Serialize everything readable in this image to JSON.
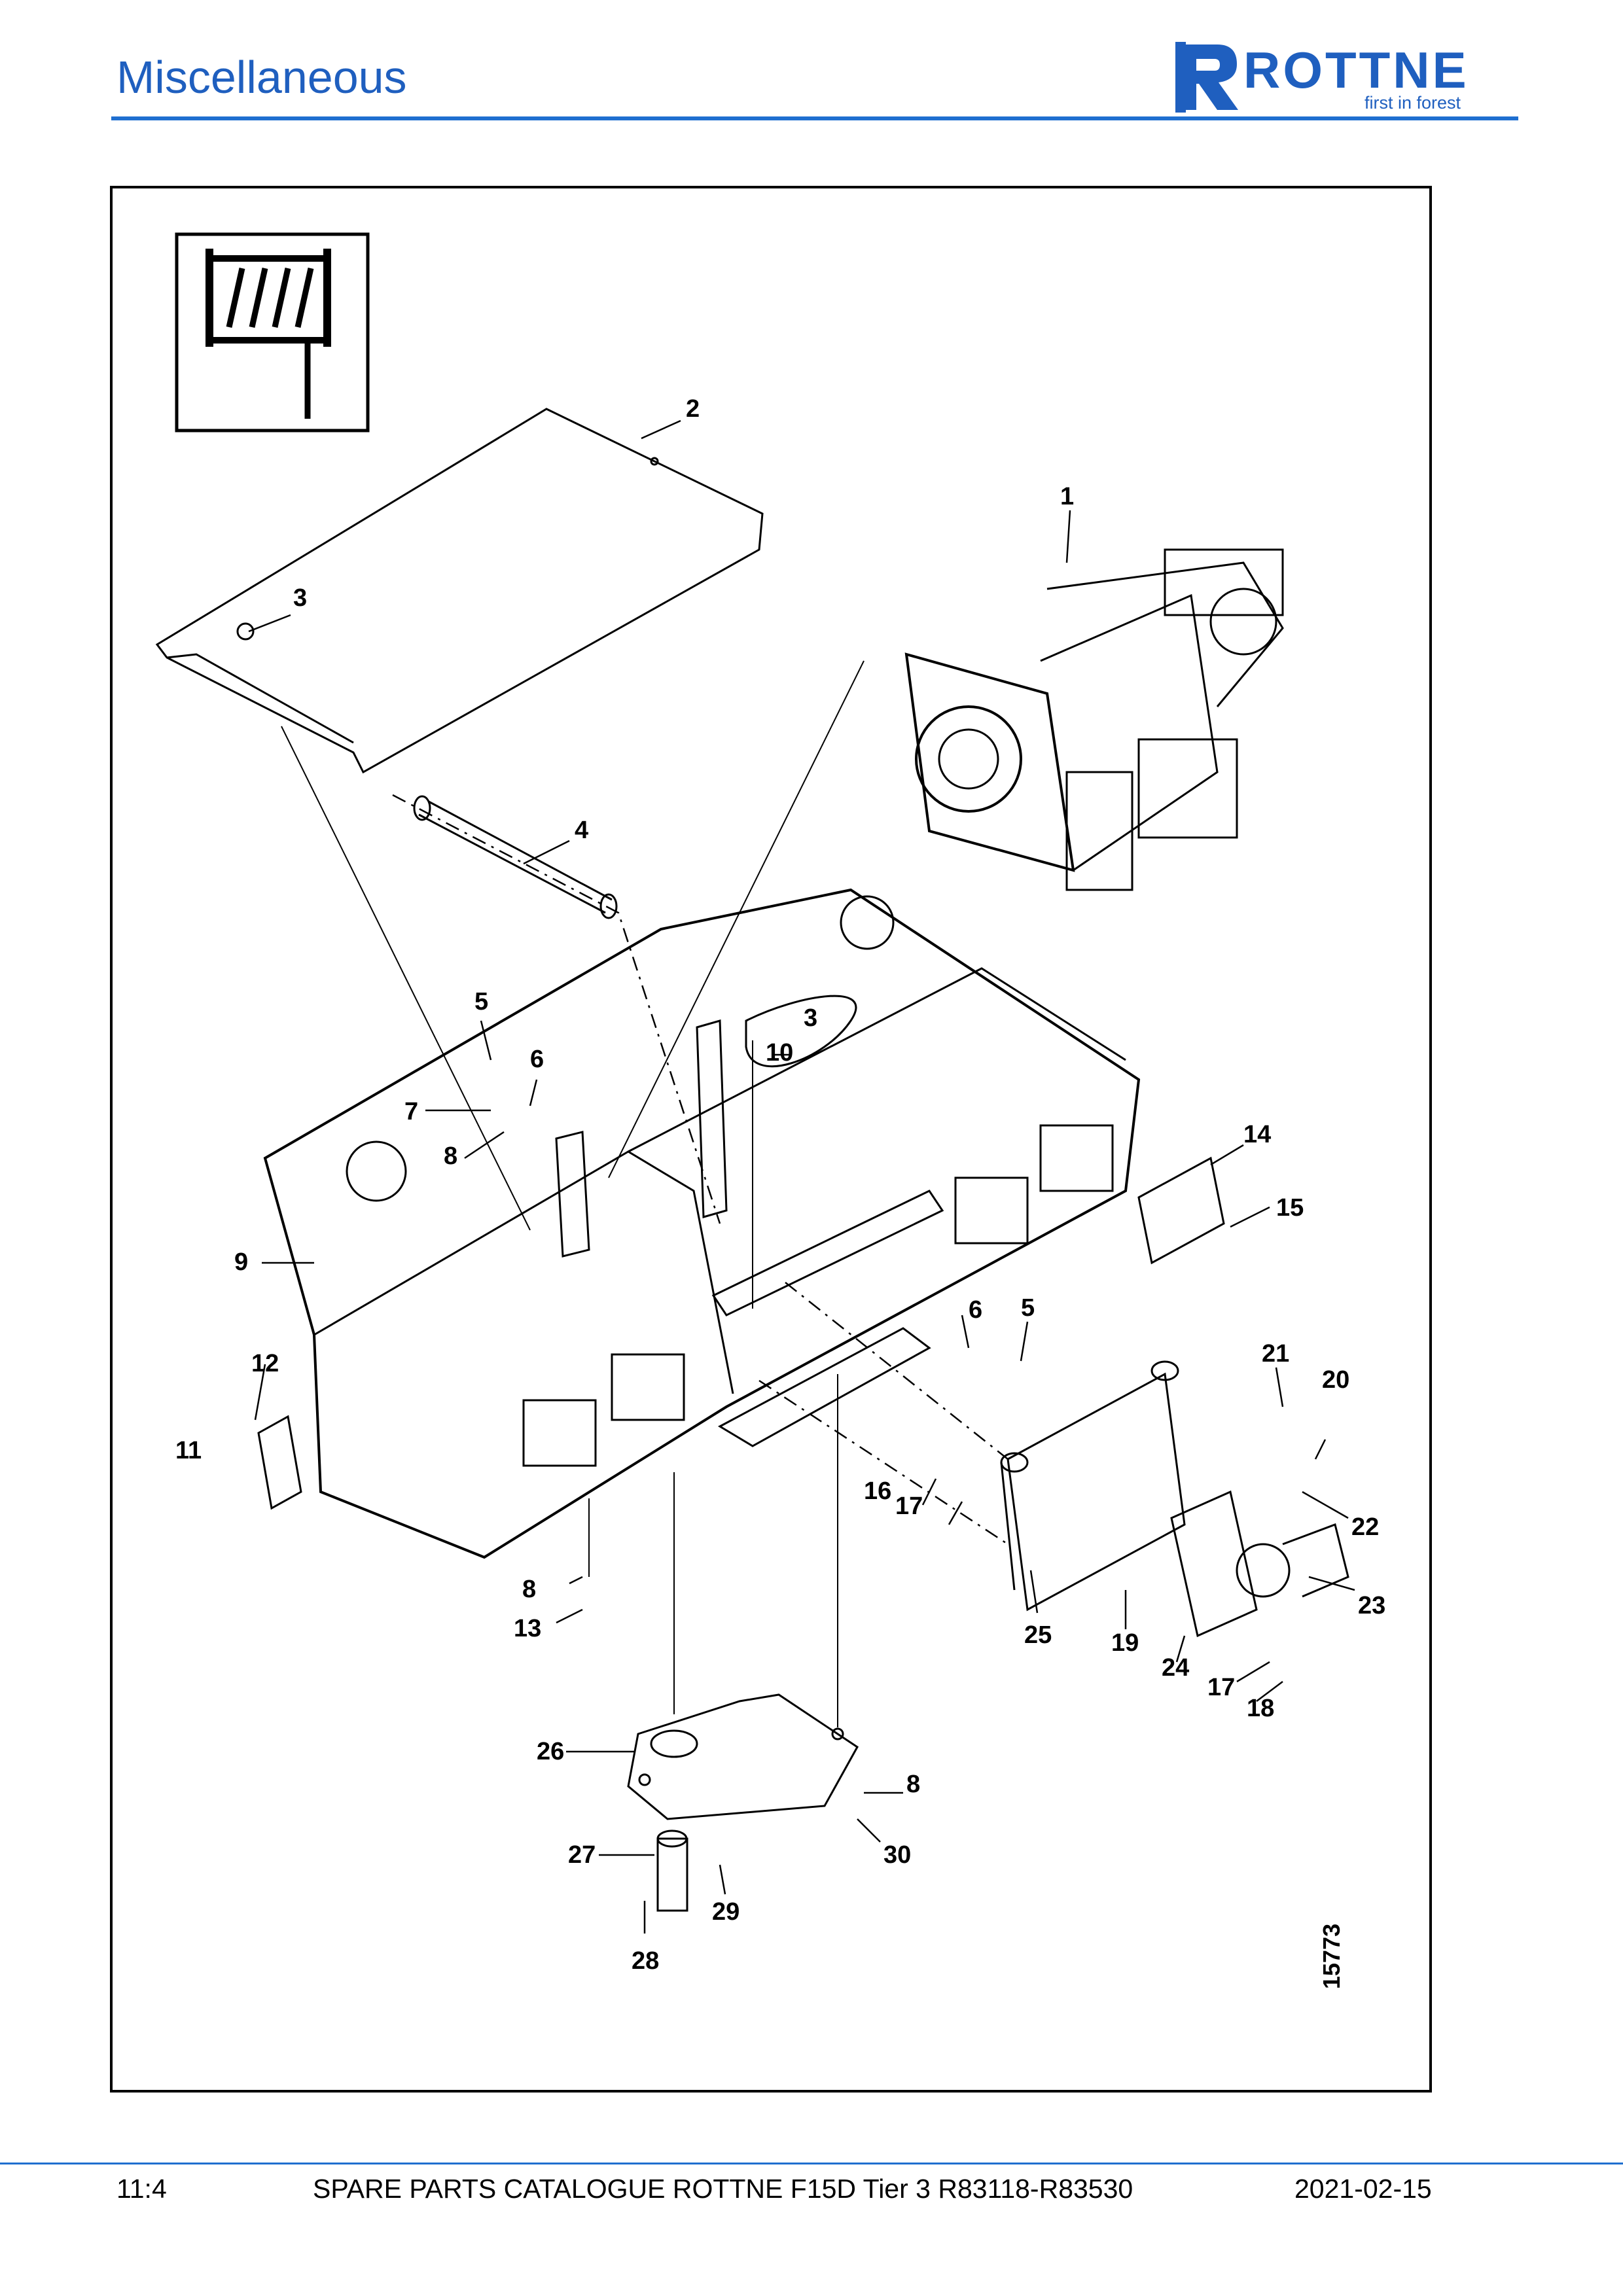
{
  "header": {
    "title": "Miscellaneous"
  },
  "logo": {
    "word": "ROTTNE",
    "tagline": "first in forest"
  },
  "drawing": {
    "number": "15773",
    "callouts": [
      "1",
      "2",
      "3",
      "3",
      "4",
      "5",
      "5",
      "6",
      "6",
      "7",
      "8",
      "8",
      "8",
      "9",
      "10",
      "11",
      "12",
      "13",
      "14",
      "15",
      "16",
      "17",
      "17",
      "18",
      "19",
      "20",
      "21",
      "22",
      "23",
      "24",
      "25",
      "26",
      "27",
      "28",
      "29",
      "30"
    ]
  },
  "footer": {
    "page": "11:4",
    "catalogue": "SPARE PARTS CATALOGUE ROTTNE F15D Tier 3 R83118-R83530",
    "date": "2021-02-15"
  },
  "colors": {
    "accent": "#1f5fbf",
    "rule": "#1f6fd0"
  }
}
